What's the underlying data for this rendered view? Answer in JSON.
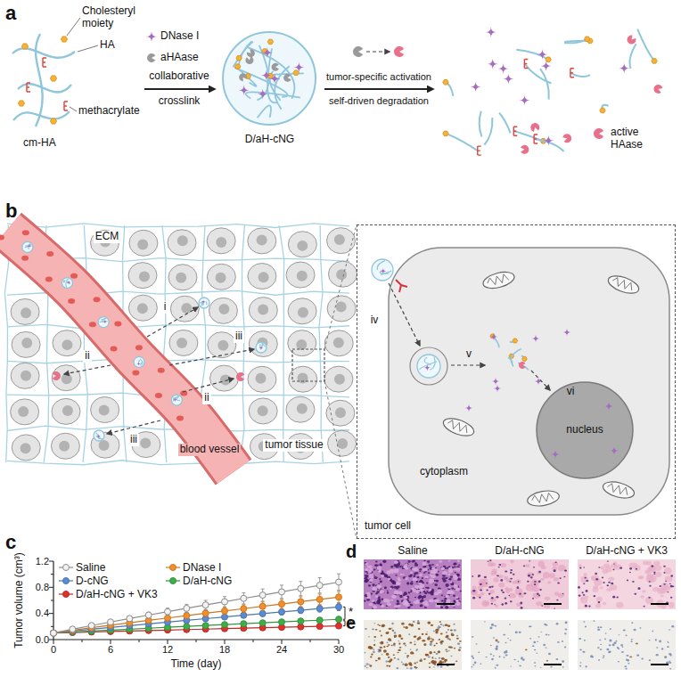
{
  "diagram": {
    "nodes": [
      {
        "text": [
          "cm-HA"
        ]
      },
      {
        "text": [
          "D/aH-cNG"
        ]
      },
      {
        "text": [
          "active HAase"
        ]
      },
      {
        "text": [
          "tumor cell"
        ]
      },
      {
        "text": [
          "cytoplasm"
        ],
        "in": 3
      },
      {
        "text": [
          "nucleus"
        ],
        "in": 4
      },
      {
        "text": [
          "Saline"
        ]
      },
      {
        "text": [
          "D/aH-cNG"
        ]
      },
      {
        "text": [
          "D/aH-cNG + VK3"
        ]
      }
    ],
    "edges": [
      {
        "from": 0,
        "to": 1,
        "arrow": "to"
      },
      {
        "from": 1,
        "to": 2,
        "arrow": "to"
      }
    ],
    "labels": [
      "a",
      "Cholesteryl moiety",
      "HA",
      "methacrylate",
      "DNase I",
      "aHAase",
      "collaborative",
      "crosslink",
      "tumor-specific activation",
      "self-driven degradation",
      "b",
      "ECM",
      "i",
      "ii",
      "iii",
      "ii",
      "iii",
      "tumor tissue",
      "blood vessel",
      "iv",
      "v",
      "vi",
      "c",
      "Tumor volume (cm³)",
      "0.0",
      "0.4",
      "0.8",
      "1.2",
      "0",
      "6",
      "12",
      "18",
      "24",
      "30",
      "Time (day)",
      "*",
      "*",
      "d",
      "e"
    ],
    "legend": [
      {
        "text": "Saline",
        "color": "#f2f2f2"
      },
      {
        "text": "DNase I",
        "color": "#f28e2b"
      },
      {
        "text": "D-cNG",
        "color": "#5b8bd0"
      },
      {
        "text": "D/aH-cNG",
        "color": "#3fae49"
      },
      {
        "text": "D/aH-cNG + VK3",
        "color": "#e0322d"
      }
    ]
  }
}
